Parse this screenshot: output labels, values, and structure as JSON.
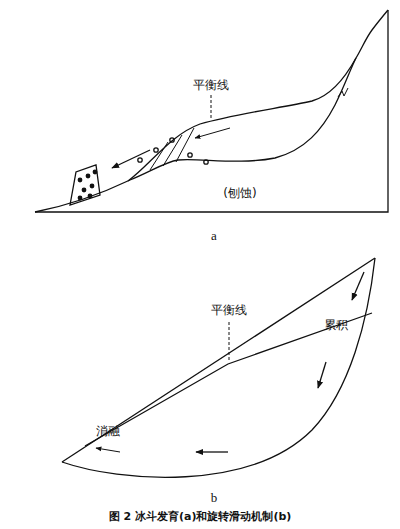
{
  "diagram": {
    "caption": "图 2 冰斗发育(a)和旋转滑动机制(b)",
    "labels": [
      "平衡线",
      "(刨蚀)",
      "a",
      "平衡线",
      "累积",
      "消融",
      "b"
    ]
  }
}
